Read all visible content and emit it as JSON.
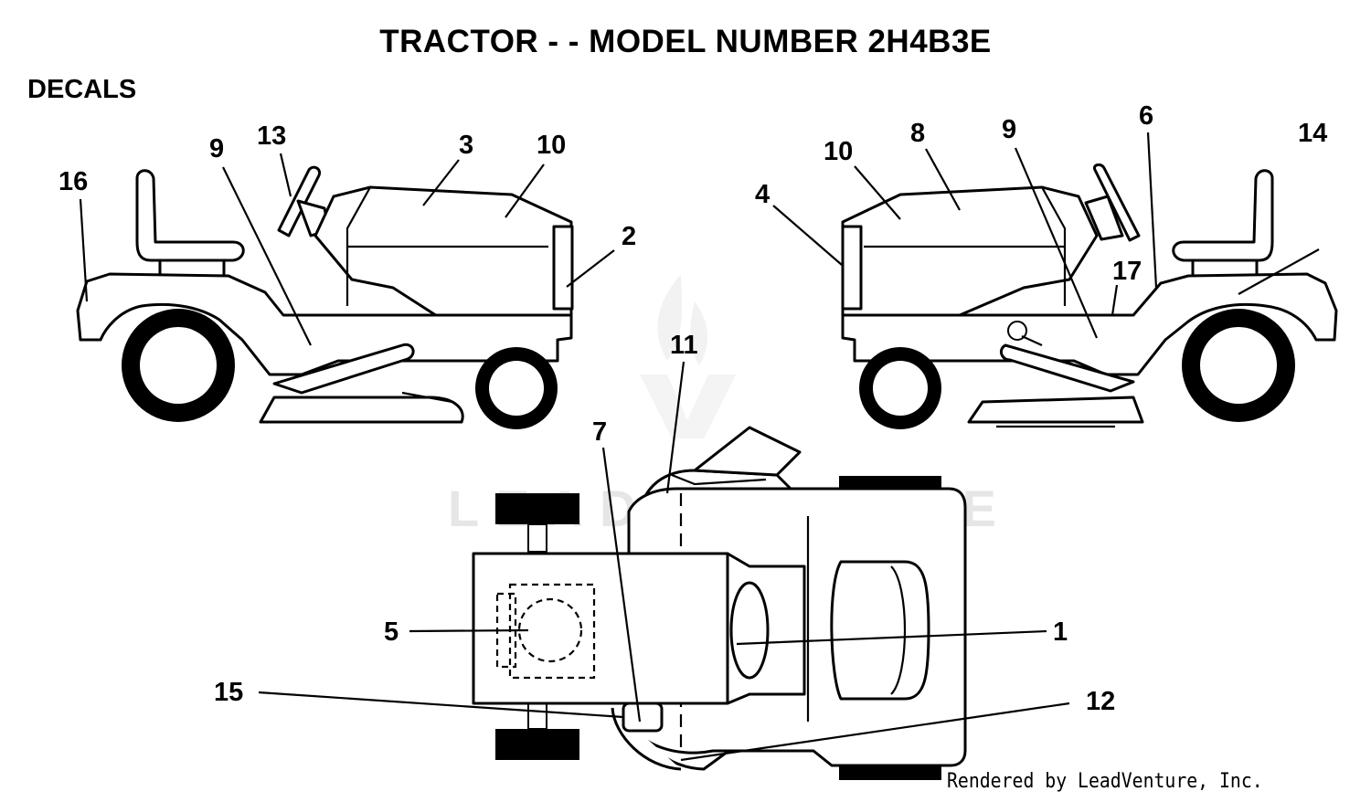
{
  "header": {
    "title": "TRACTOR - - MODEL NUMBER 2H4B3E"
  },
  "section": {
    "label": "DECALS"
  },
  "watermark": {
    "text": "LEADVENTURE"
  },
  "footer": {
    "credit": "Rendered by LeadVenture, Inc."
  },
  "callouts": {
    "c1": "1",
    "c2": "2",
    "c3": "3",
    "c4": "4",
    "c5": "5",
    "c6": "6",
    "c7": "7",
    "c8": "8",
    "c9a": "9",
    "c9b": "9",
    "c10a": "10",
    "c10b": "10",
    "c11": "11",
    "c12": "12",
    "c13": "13",
    "c14": "14",
    "c15": "15",
    "c16": "16",
    "c17": "17"
  }
}
